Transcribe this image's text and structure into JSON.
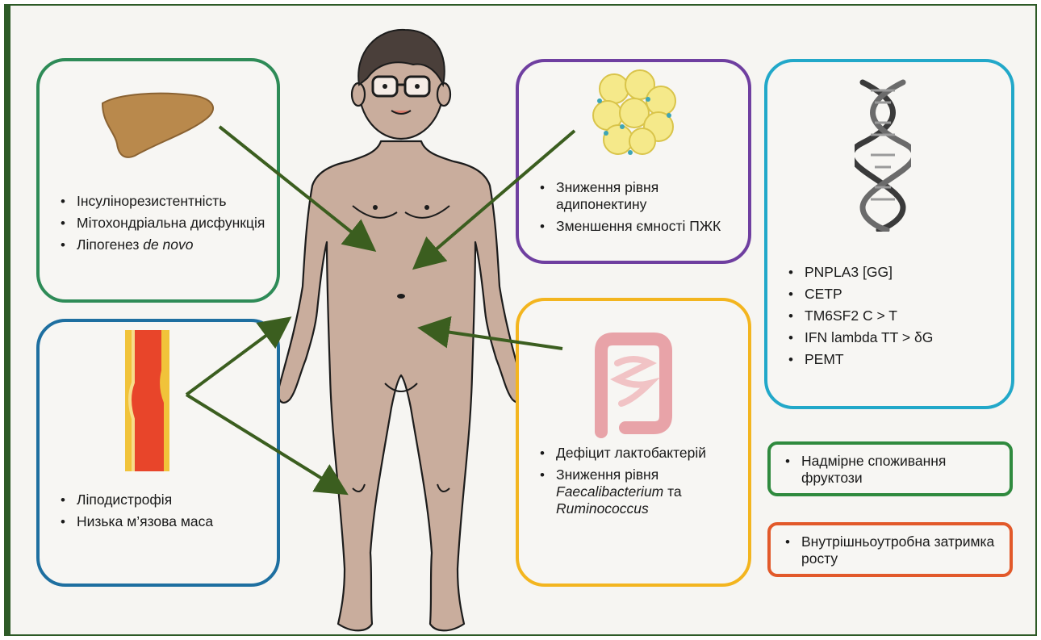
{
  "boxes": {
    "liver": {
      "icon": "liver-icon",
      "items": [
        "Інсулінорезистентність",
        "Мітохондріальна дисфункція"
      ],
      "item3_text": "Ліпогенез ",
      "item3_italic": "de novo"
    },
    "adipose": {
      "icon": "adipocytes-icon",
      "items": [
        "Зниження рівня адипонектину",
        "Зменшення ємності ПЖК"
      ]
    },
    "genetics": {
      "icon": "dna-icon",
      "items": [
        "PNPLA3 [GG]",
        "CETP",
        "TM6SF2 C > T",
        "IFN lambda TT > δG",
        "PEMT"
      ]
    },
    "vessel": {
      "icon": "vessel-icon",
      "items": [
        "Ліподистрофія",
        "Низька м’язова маса"
      ]
    },
    "gut": {
      "icon": "intestine-icon",
      "item1": "Дефіцит лактобактерій",
      "item2_text": "Зниження рівня ",
      "item2_italic1": "Faecalibacterium",
      "item2_mid": " та ",
      "item2_italic2": "Ruminococcus"
    },
    "fructose": {
      "item": "Надмірне споживання фруктози"
    },
    "growth": {
      "item": "Внутрішньоутробна затримка росту"
    }
  },
  "figure": {
    "icon": "human-figure-icon"
  },
  "colors": {
    "frame": "#2d5a27",
    "arrow": "#3b5e1f",
    "skin": "#c9ad9d",
    "liver_box": "#2e8b57",
    "vessel_box": "#1e6fa0",
    "adipose_box": "#6f3fa0",
    "gut_box": "#f3b51f",
    "genetics_box": "#22a8c9",
    "fructose_box": "#2f8a3e",
    "growth_box": "#e2592a"
  }
}
